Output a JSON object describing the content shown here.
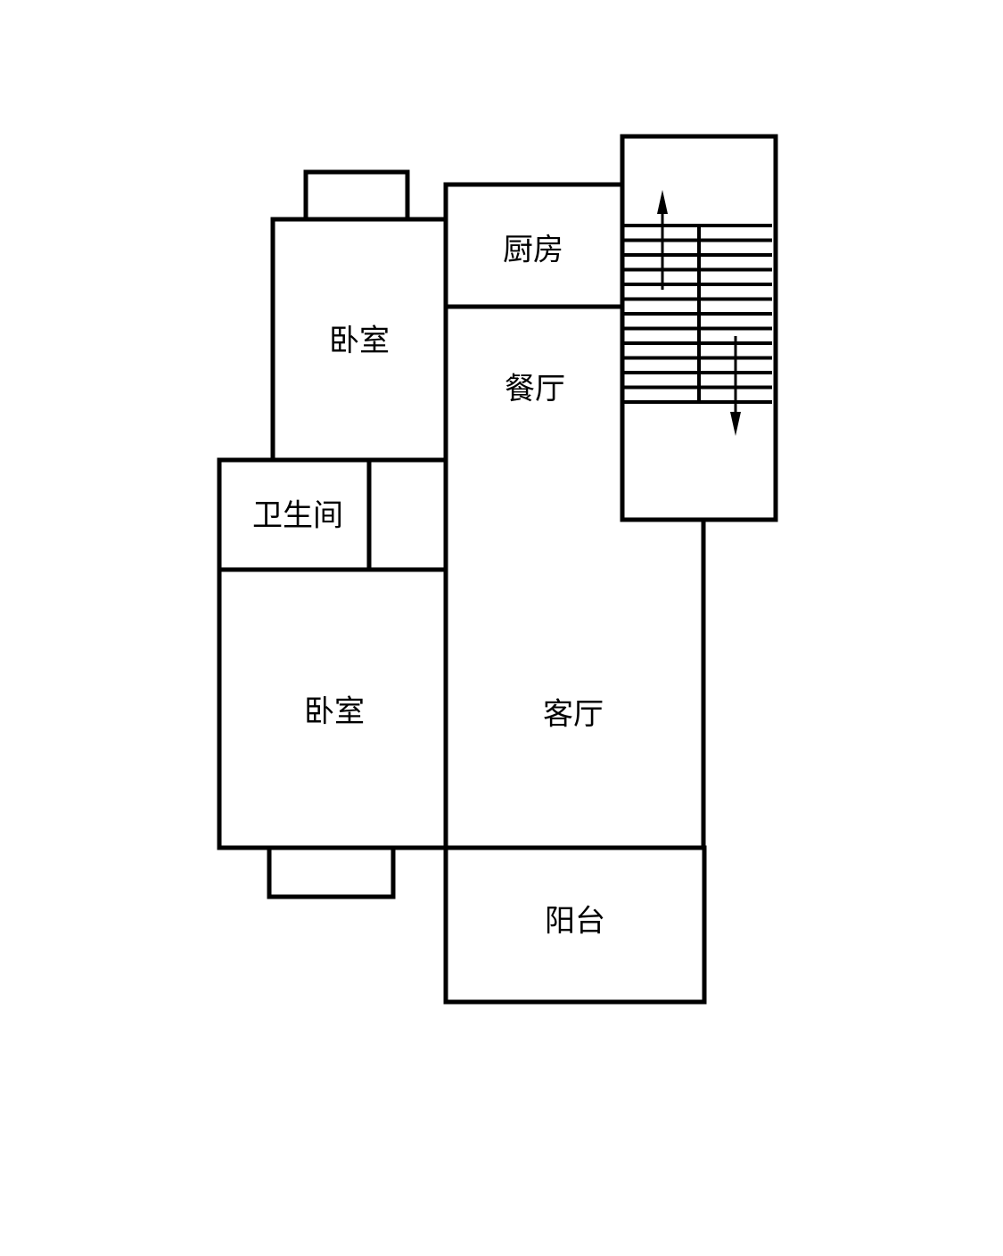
{
  "rooms": {
    "kitchen": "厨房",
    "bedroom_top": "卧室",
    "dining": "餐厅",
    "bathroom": "卫生间",
    "bedroom_bottom": "卧室",
    "living": "客厅",
    "balcony": "阳台"
  },
  "colors": {
    "wall": "#000000",
    "background": "#ffffff"
  }
}
